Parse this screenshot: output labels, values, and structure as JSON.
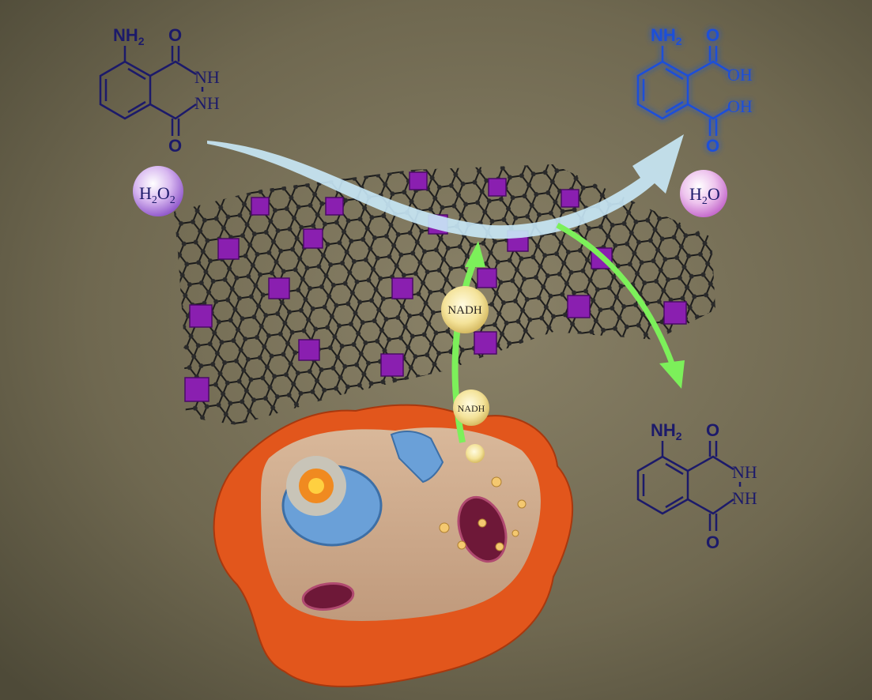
{
  "figure": {
    "luminol_top": {
      "amine": "NH",
      "amine_sub": "2",
      "carbonyl_top": "O",
      "nh_top": "NH",
      "nh_bottom": "NH",
      "carbonyl_bottom": "O"
    },
    "reagent_bubble": {
      "main1": "H",
      "sub1": "2",
      "main2": "O",
      "sub2": "2"
    },
    "product_top": {
      "amine": "NH",
      "amine_sub": "2",
      "carbonyl_top": "O",
      "oh_top": "OH",
      "oh_bottom": "OH",
      "carbonyl_bottom": "O"
    },
    "product_bubble": {
      "main1": "H",
      "sub1": "2",
      "main2": "O"
    },
    "nadh_bubbles": [
      "NADH",
      "NADH"
    ],
    "luminol_bottom": {
      "amine": "NH",
      "amine_sub": "2",
      "carbonyl_top": "O",
      "nh_top": "NH",
      "nh_bottom": "NH",
      "carbonyl_bottom": "O"
    },
    "colors": {
      "background": "#6e6850",
      "molecule": "#1c1a6a",
      "product": "#1e4fd8",
      "cube": "#8a1fb0",
      "cell": "#e2561c",
      "arrow_blue": "#bfe4f7",
      "arrow_green": "#7cf05a"
    }
  }
}
